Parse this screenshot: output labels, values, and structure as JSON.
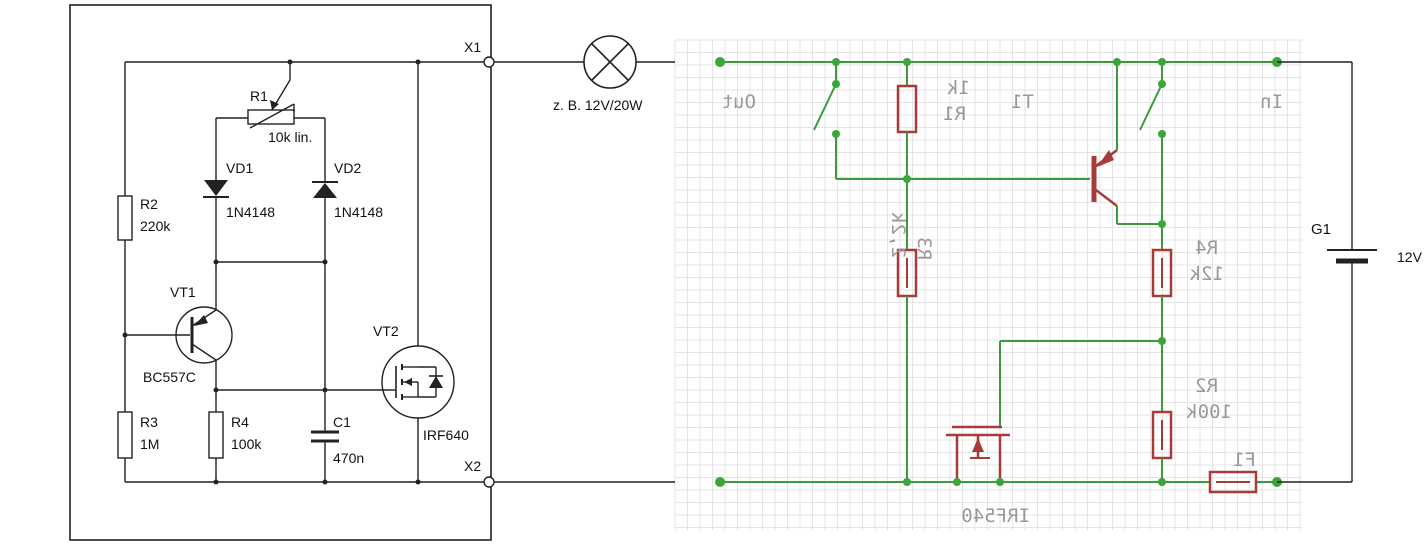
{
  "left_schematic": {
    "terminals": {
      "x1": "X1",
      "x2": "X2"
    },
    "r1": {
      "name": "R1",
      "value": "10k lin."
    },
    "vd1": {
      "name": "VD1",
      "value": "1N4148"
    },
    "vd2": {
      "name": "VD2",
      "value": "1N4148"
    },
    "r2": {
      "name": "R2",
      "value": "220k"
    },
    "vt1": {
      "name": "VT1",
      "value": "BC557C"
    },
    "vt2": {
      "name": "VT2",
      "value": "IRF640"
    },
    "r3": {
      "name": "R3",
      "value": "1M"
    },
    "r4": {
      "name": "R4",
      "value": "100k"
    },
    "c1": {
      "name": "C1",
      "value": "470n"
    }
  },
  "lamp": {
    "label": "z. B. 12V/20W"
  },
  "battery": {
    "name": "G1",
    "value": "12V"
  },
  "right_schematic": {
    "out_label": "Out",
    "in_label": "In",
    "r1_name": "R1",
    "r1_value": "1k",
    "t1_name": "T1",
    "r3_name": "R3",
    "r3_value": "2,2k",
    "r4_name": "R4",
    "r4_value": "12k",
    "r2_name": "R2",
    "r2_value": "100k",
    "f1_name": "F1",
    "mosfet_name": "IRF540"
  }
}
